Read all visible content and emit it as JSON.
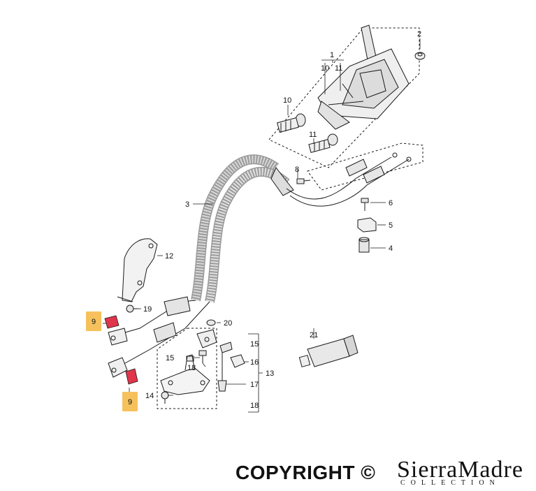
{
  "callouts": {
    "c1": "1",
    "c2": "2",
    "c3": "3",
    "c4": "4",
    "c5": "5",
    "c6": "6",
    "c8": "8",
    "c9a": "9",
    "c9b": "9",
    "c10": "10",
    "c10b": "10",
    "c11": "11",
    "c11b": "11",
    "c12": "12",
    "c13": "13",
    "c14": "14",
    "c15": "15",
    "c15b": "15",
    "c16": "16",
    "c17": "17",
    "c18": "18",
    "c18b": "18",
    "c19": "19",
    "c20": "20",
    "c21": "21"
  },
  "colors": {
    "highlight_box": "#f6c15c",
    "highlight_part": "#e0354a",
    "ink": "#1a1a1a"
  },
  "footer": {
    "copyright": "COPYRIGHT ©",
    "brand": "SierraMadre",
    "brand_sub": "COLLECTION"
  }
}
